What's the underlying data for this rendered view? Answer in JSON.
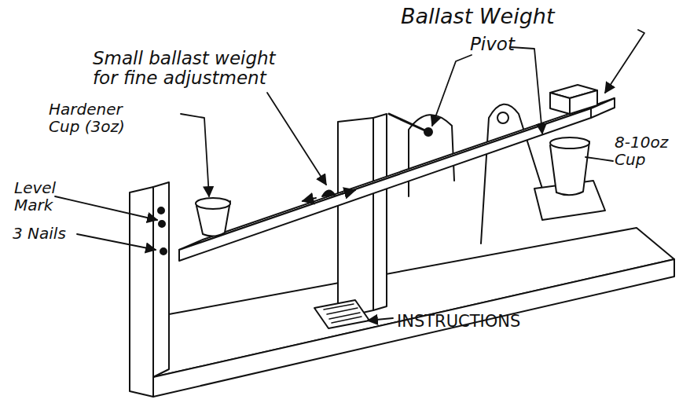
{
  "diagram": {
    "labels": [
      "Ballast Weight",
      "Pivot",
      "Small ballast weight for fine adjustment",
      "Hardener Cup (3oz)",
      "Level Mark",
      "3 Nails",
      "8-10oz Cup",
      "INSTRUCTIONS"
    ]
  }
}
